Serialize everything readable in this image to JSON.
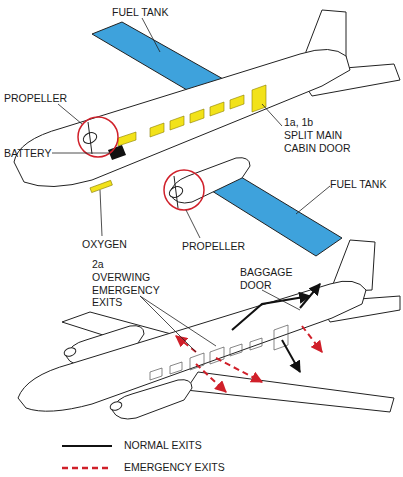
{
  "diagram": {
    "labels": [
      "FUEL TANK",
      "PROPELLER",
      "1a, 1b",
      "SPLIT MAIN CABIN DOOR",
      "BATTERY",
      "FUEL TANK",
      "OXYGEN",
      "PROPELLER",
      "2a",
      "OVERWING EMERGENCY EXITS",
      "BAGGAGE DOOR"
    ],
    "legend": [
      {
        "text": "NORMAL EXITS"
      },
      {
        "text": "EMERGENCY EXITS"
      }
    ]
  }
}
